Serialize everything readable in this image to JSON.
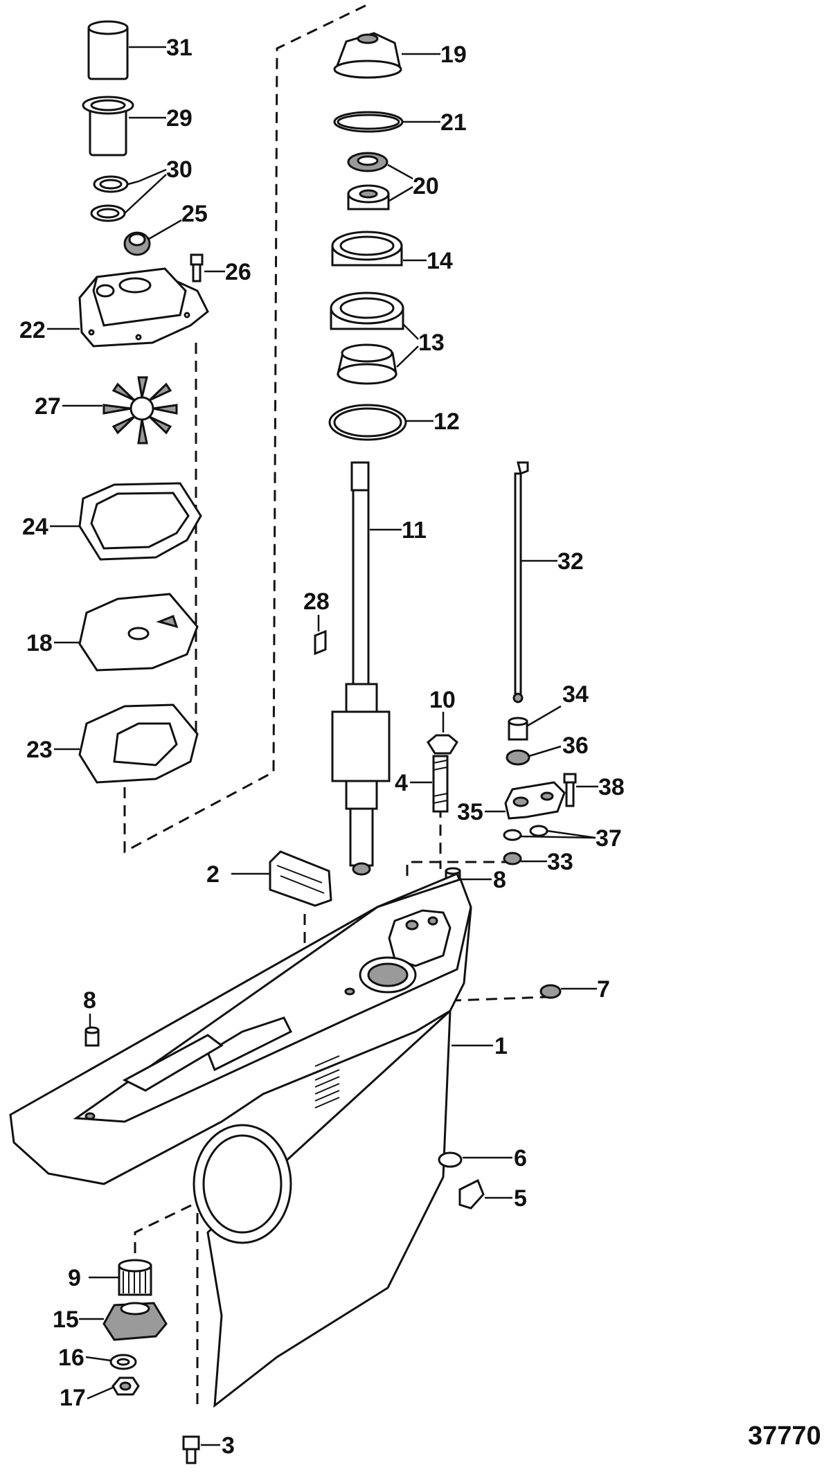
{
  "figure_number": "37770",
  "parts": [
    {
      "id": "p31",
      "label": "31"
    },
    {
      "id": "p29",
      "label": "29"
    },
    {
      "id": "p30",
      "label": "30"
    },
    {
      "id": "p25",
      "label": "25"
    },
    {
      "id": "p26",
      "label": "26"
    },
    {
      "id": "p22",
      "label": "22"
    },
    {
      "id": "p27",
      "label": "27"
    },
    {
      "id": "p24",
      "label": "24"
    },
    {
      "id": "p18",
      "label": "18"
    },
    {
      "id": "p23",
      "label": "23"
    },
    {
      "id": "p19",
      "label": "19"
    },
    {
      "id": "p21",
      "label": "21"
    },
    {
      "id": "p20",
      "label": "20"
    },
    {
      "id": "p14",
      "label": "14"
    },
    {
      "id": "p13",
      "label": "13"
    },
    {
      "id": "p12",
      "label": "12"
    },
    {
      "id": "p11",
      "label": "11"
    },
    {
      "id": "p28",
      "label": "28"
    },
    {
      "id": "p32",
      "label": "32"
    },
    {
      "id": "p34",
      "label": "34"
    },
    {
      "id": "p36",
      "label": "36"
    },
    {
      "id": "p38",
      "label": "38"
    },
    {
      "id": "p35",
      "label": "35"
    },
    {
      "id": "p37",
      "label": "37"
    },
    {
      "id": "p33",
      "label": "33"
    },
    {
      "id": "p10",
      "label": "10"
    },
    {
      "id": "p4",
      "label": "4"
    },
    {
      "id": "p2",
      "label": "2"
    },
    {
      "id": "p8a",
      "label": "8"
    },
    {
      "id": "p8b",
      "label": "8"
    },
    {
      "id": "p7",
      "label": "7"
    },
    {
      "id": "p1",
      "label": "1"
    },
    {
      "id": "p6",
      "label": "6"
    },
    {
      "id": "p5",
      "label": "5"
    },
    {
      "id": "p9",
      "label": "9"
    },
    {
      "id": "p15",
      "label": "15"
    },
    {
      "id": "p16",
      "label": "16"
    },
    {
      "id": "p17",
      "label": "17"
    },
    {
      "id": "p3",
      "label": "3"
    }
  ]
}
